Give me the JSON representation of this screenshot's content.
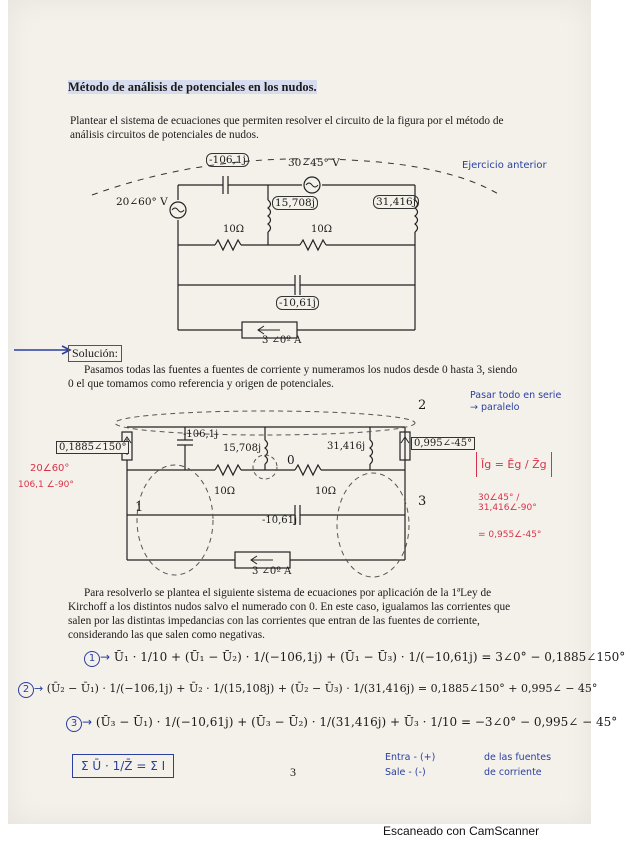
{
  "header": {
    "title": "Método de análisis de potenciales en los nudos."
  },
  "problem": {
    "text": "Plantear el sistema de ecuaciones que permiten resolver el circuito de la figura por el método de análisis circuitos de potenciales de nudos."
  },
  "circuit1": {
    "c1": "-106,1j",
    "source_top": "30∠45° V",
    "l1": "15,708j",
    "l2": "31,416j",
    "source_left": "20∠60° V",
    "r1": "10Ω",
    "r2": "10Ω",
    "c2": "-10,61j",
    "current": "3 ∠0º A"
  },
  "solution": {
    "label": "Solución:",
    "text": "Pasamos todas las fuentes a fuentes de corriente y numeramos los nudos desde 0 hasta 3, siendo 0 el que tomamos como referencia y origen de potenciales."
  },
  "circuit2": {
    "is_left": "0,1885∠150°",
    "c1": "-106,1j",
    "l1": "15,708j",
    "node0": "0",
    "l2": "31,416j",
    "is_right": "0,995∠-45°",
    "r1": "10Ω",
    "r2": "10Ω",
    "c2": "-10,61j",
    "current": "3 ∠0º A",
    "node1": "1",
    "node3": "3",
    "node2": "2"
  },
  "explanation": {
    "text": "Para resolverlo se plantea el siguiente sistema de ecuaciones por aplicación de la 1ªLey de Kirchoff a los distintos nudos salvo el numerado con 0. En este caso, igualamos las corrientes que salen por las distintas impedancias con las corrientes que entran de las fuentes de corriente, considerando las que salen como negativas."
  },
  "equations": {
    "eq1": "Ū₁ · 1/10 + (Ū₁ − Ū₂) · 1/(−106,1j) + (Ū₁ − Ū₃) · 1/(−10,61j) = 3∠0° − 0,1885∠150°",
    "eq2": "(Ū₂ − Ū₁) · 1/(−106,1j) + Ū₂ · 1/(15,108j) + (Ū₂ − Ū₃) · 1/(31,416j) = 0,1885∠150° + 0,995∠ − 45°",
    "eq3": "(Ū₃ − Ū₁) · 1/(−10,61j) + (Ū₃ − Ū₂) · 1/(31,416j) + Ū₃ · 1/10 = −3∠0° − 0,995∠ − 45°"
  },
  "handwriting": {
    "note_top": "Ejercicio anterior",
    "note_mid": "Pasar todo en serie → paralelo",
    "formula_left": "= 0,1885∠150°",
    "val1": "20∠60°",
    "val2": "106,1 ∠-90°",
    "ig": "Īg = Ēg / Z̄g",
    "calc1": "30∠45° / 31,416∠-90°",
    "calc2": "= 0,955∠-45°",
    "formula_bottom": "Σ Ū · 1/Z̄ = Σ I",
    "rule1": "Entra - (+)",
    "rule2": "Sale - (-)",
    "rule_tail1": "de las fuentes",
    "rule_tail2": "de corriente"
  },
  "page_number": "3",
  "footer": "Escaneado con CamScanner",
  "colors": {
    "ink_blue": "#2a3fa0",
    "ink_red": "#d8324a",
    "paper": "#f4f1ea"
  }
}
